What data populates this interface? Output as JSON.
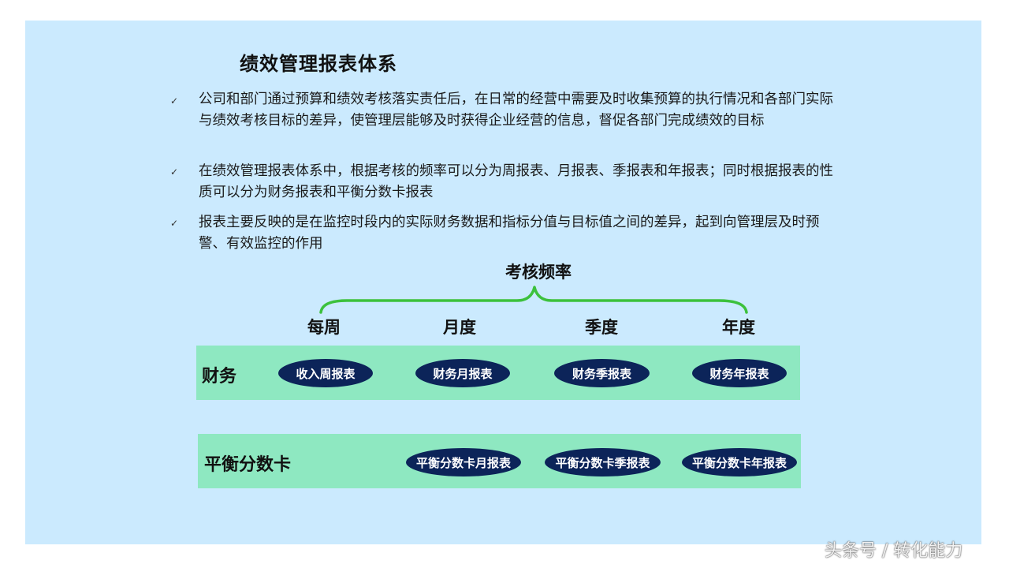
{
  "title": "绩效管理报表体系",
  "bullets": [
    "公司和部门通过预算和绩效考核落实责任后，在日常的经营中需要及时收集预算的执行情况和各部门实际与绩效考核目标的差异，使管理层能够及时获得企业经营的信息，督促各部门完成绩效的目标",
    "在绩效管理报表体系中，根据考核的频率可以分为周报表、月报表、季报表和年报表；同时根据报表的性质可以分为财务报表和平衡分数卡报表",
    "报表主要反映的是在监控时段内的实际财务数据和指标分值与目标值之间的差异，起到向管理层及时预警、有效监控的作用"
  ],
  "bullet_marker": "✓",
  "frequency_title": "考核频率",
  "columns": [
    "每周",
    "月度",
    "季度",
    "年度"
  ],
  "rows": [
    {
      "label": "财务",
      "cells": [
        "收入周报表",
        "财务月报表",
        "财务季报表",
        "财务年报表"
      ]
    },
    {
      "label": "平衡分数卡",
      "cells": [
        "",
        "平衡分数卡月报表",
        "平衡分数卡季报表",
        "平衡分数卡年报表"
      ]
    }
  ],
  "watermark": "头条号 / 转化能力",
  "colors": {
    "background": "#cbeafe",
    "band": "#8ee8c1",
    "pill": "#0c2459",
    "brace": "#3cc13c"
  }
}
